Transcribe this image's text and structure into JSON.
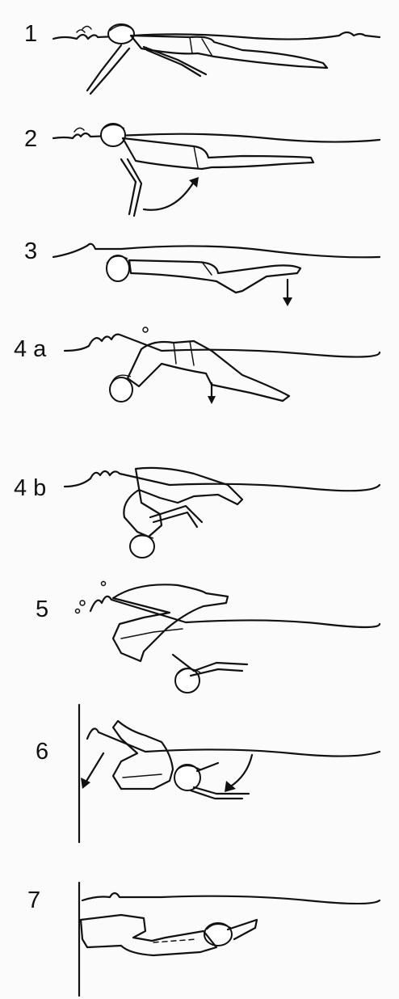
{
  "steps": [
    {
      "label": "1"
    },
    {
      "label": "2"
    },
    {
      "label": "3"
    },
    {
      "label": "4 a"
    },
    {
      "label": "4 b"
    },
    {
      "label": "5"
    },
    {
      "label": "6"
    },
    {
      "label": "7"
    }
  ]
}
